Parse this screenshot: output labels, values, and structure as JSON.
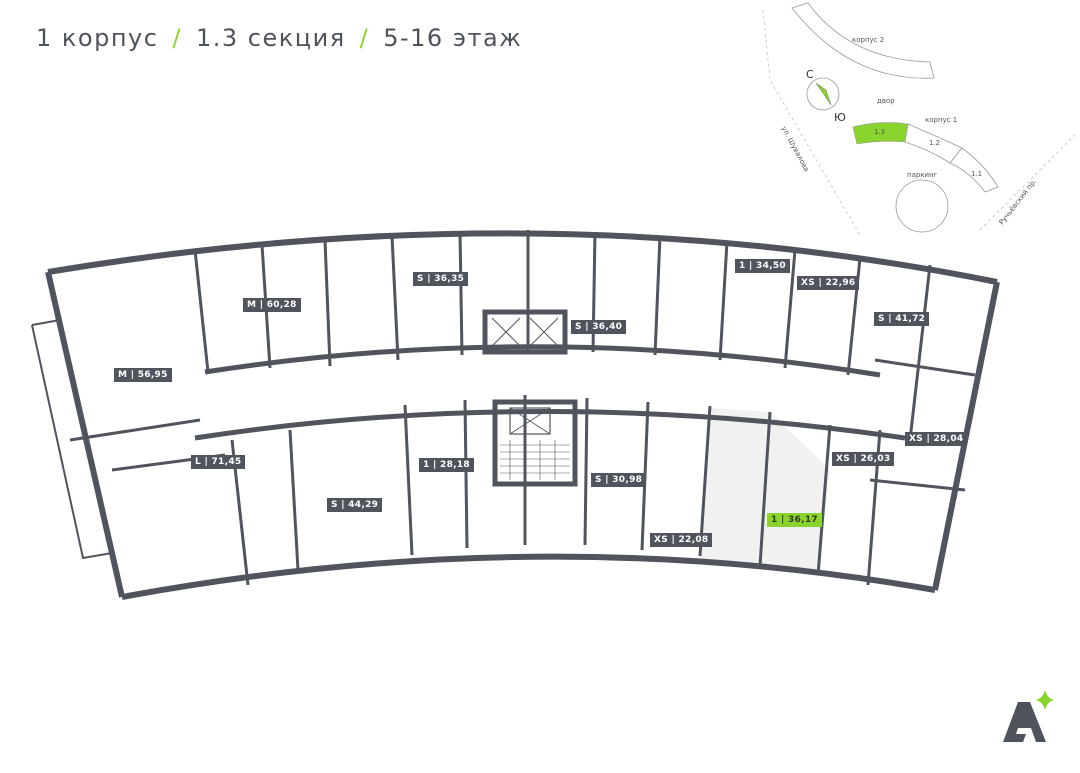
{
  "header": {
    "building": "1 корпус",
    "section": "1.3 секция",
    "floors": "5-16 этаж",
    "separator": "/"
  },
  "minimap": {
    "building2": "корпус 2",
    "building1": "корпус 1",
    "yard": "двор",
    "parking": "паркинг",
    "street_left": "ул. Шувалова",
    "street_right": "Ручьёвский пр.",
    "sections": [
      "1.3",
      "1.2",
      "1.1"
    ],
    "active_section": "1.3",
    "compass_north": "С",
    "compass_south": "Ю"
  },
  "apartments": [
    {
      "label": "M | 56,95"
    },
    {
      "label": "M | 60,28"
    },
    {
      "label": "S | 36,35"
    },
    {
      "label": "S | 36,40"
    },
    {
      "label": "1 | 34,50"
    },
    {
      "label": "XS | 22,96"
    },
    {
      "label": "S | 41,72"
    },
    {
      "label": "L | 71,45"
    },
    {
      "label": "S | 44,29"
    },
    {
      "label": "1 | 28,18"
    },
    {
      "label": "S | 30,98"
    },
    {
      "label": "XS | 22,08"
    },
    {
      "label": "1 | 36,17",
      "selected": true
    },
    {
      "label": "XS | 26,03"
    },
    {
      "label": "XS | 28,04"
    }
  ],
  "colors": {
    "accent": "#8bd42e",
    "wall": "#50545c",
    "selected_fill": "#f0f0f0"
  }
}
